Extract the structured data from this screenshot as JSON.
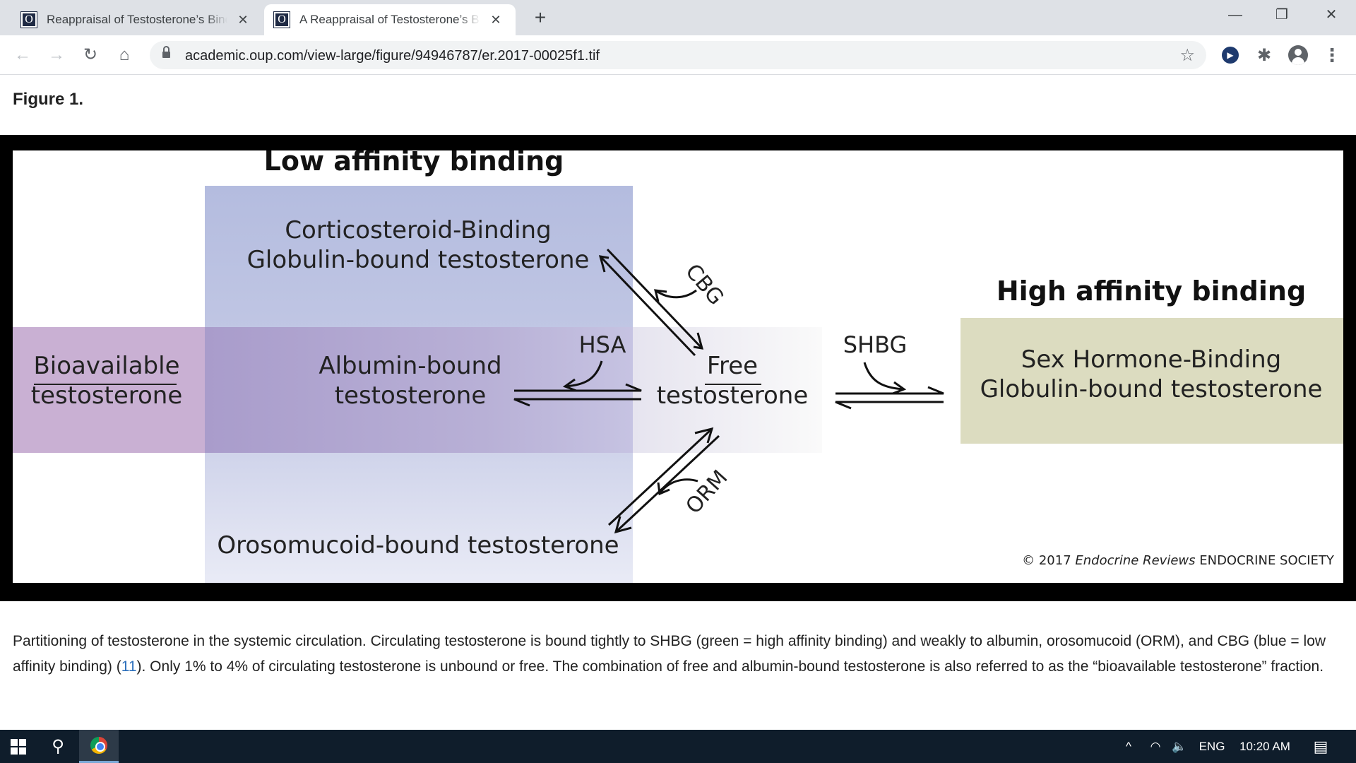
{
  "browser": {
    "tabs": [
      {
        "favicon": "O",
        "title": "Reappraisal of Testosterone’s Binding",
        "active": false
      },
      {
        "favicon": "O",
        "title": "A Reappraisal of Testosterone’s Binding",
        "active": true
      }
    ],
    "new_tab_icon": "+",
    "close_icon": "✕",
    "window": {
      "minimize": "—",
      "restore": "❐",
      "close": "✕"
    },
    "nav": {
      "back": "←",
      "forward": "→",
      "reload": "↻",
      "home": "⌂"
    },
    "url": "academic.oup.com/view-large/figure/94946787/er.2017-00025f1.tif",
    "star_icon": "☆",
    "extension_icon": "▶",
    "puzzle_icon": "✱",
    "menu_icon": "⋮"
  },
  "page": {
    "figure_label": "Figure 1.",
    "figure": {
      "low_affinity_title": "Low affinity binding",
      "high_affinity_title": "High affinity binding",
      "cbg_box_line1": "Corticosteroid-Binding",
      "cbg_box_line2": "Globulin-bound testosterone",
      "bioavailable_line1": "Bioavailable",
      "bioavailable_line2": "testosterone",
      "albumin_line1": "Albumin-bound",
      "albumin_line2": "testosterone",
      "free_line1": "Free",
      "free_line2": "testosterone",
      "shbg_box_line1": "Sex Hormone-Binding",
      "shbg_box_line2": "Globulin-bound testosterone",
      "orosomucoid": "Orosomucoid-bound testosterone",
      "label_cbg": "CBG",
      "label_hsa": "HSA",
      "label_shbg": "SHBG",
      "label_orm": "ORM",
      "copyright_prefix": "© 2017 ",
      "copyright_journal": "Endocrine Reviews",
      "copyright_suffix": " ENDOCRINE SOCIETY",
      "colors": {
        "low_affinity_blue": "#b4bcdf",
        "bioavailable_purple": "#c9b0d3",
        "overlap_purple": "#a99ccb",
        "high_affinity_green": "#dcdcc0"
      }
    },
    "caption_part1": "Partitioning of testosterone in the systemic circulation. Circulating testosterone is bound tightly to SHBG (green = high affinity binding) and weakly to albumin, orosomucoid (ORM), and CBG (blue = low affinity binding) (",
    "caption_ref": "11",
    "caption_part2": "). Only 1% to 4% of circulating testosterone is unbound or free. The combination of free and albumin-bound testosterone is also referred to as the “bioavailable testosterone” fraction."
  },
  "taskbar": {
    "start_icon": "windows-logo",
    "search_icon": "⚲",
    "tray_chevron": "^",
    "network_icon": "◠",
    "volume_icon": "🔈",
    "language": "ENG",
    "time": "10:20 AM",
    "notification_icon": "▤"
  }
}
